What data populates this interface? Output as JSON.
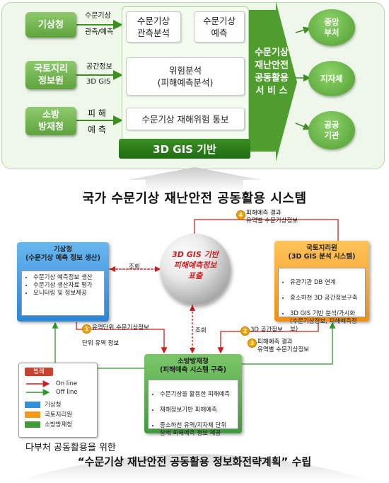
{
  "top": {
    "sources": [
      {
        "label": "기상청"
      },
      {
        "label": "국토지리\n정보원"
      },
      {
        "label": "소방\n방재청"
      }
    ],
    "source_notes": [
      "수문기상",
      "관측/예측",
      "공간정보",
      "3D GIS",
      "피 해",
      "예 측"
    ],
    "process": {
      "step1": "수문기상\n관측분석",
      "step2": "수문기상\n예측",
      "step3": "위험분석\n(피해예측분석)",
      "step4": "수문기상 재해위험 통보"
    },
    "base_bar": "3D GIS 기반",
    "service_arrow": "수문기상\n재난안전\n공동활용\n서 비 스",
    "recipients": [
      "중앙\n부처",
      "지자체",
      "공공\n기관"
    ]
  },
  "heading": "국가 수문기상 재난안전 공동활용 시스템",
  "diagram": {
    "kma": {
      "title": "기상청\n(수문기상 예측 정보 생산)",
      "items": [
        "수문기상 예측정보 생산",
        "수문기상 생산자료 평가",
        "모니터링 및 정보제공"
      ]
    },
    "ngii": {
      "title": "국토지리원\n(3D GIS 분석 시스템)",
      "items": [
        "유관기관 DB 연계",
        "중소하천 3D 공간정보구축",
        "3D GIS 기반 분석/가시화\n(수문기상정보, 피해예측정보)"
      ]
    },
    "nema": {
      "title": "소방방재청\n(피해예측 시스템 구축)",
      "items": [
        "수문기상을 활용한 피해예측",
        "재해정보기반 피해예측",
        "중소하천 유역/지자체 단위\n상세 피해예측 정보 제공"
      ]
    },
    "sphere": "3D GIS 기반\n피해예측정보\n표출",
    "flows": {
      "f4_num": "4",
      "f4": "피해예측 결과\n유역별 수문기상정보",
      "jo_left": "조회",
      "jo_mid": "조회",
      "f1_num": "1",
      "f1": "유역단위 수문기상정보",
      "f1b": "단위 유역 정보",
      "f2_num": "2",
      "f2": "3D 공간정보",
      "f3_num": "3",
      "f3": "피해예측 결과\n유역별 수문기상정보"
    },
    "legend": {
      "title": "범례",
      "online": "On line",
      "offline": "Off line",
      "orgs": [
        "기상청",
        "국토지리원",
        "소방방재청"
      ]
    }
  },
  "footer": {
    "line1": "다부처 공동활용을 위한",
    "line2": "“수문기상 재난안전 공동활용 정보화전략계획” 수립"
  },
  "colors": {
    "green": "#5ea33c",
    "kma_blue": "#2f8fd9",
    "ngii_orange": "#f29a1e",
    "nema_green": "#3f9a3a",
    "online_red": "#d01c1c",
    "offline_green": "#2a9a2a"
  }
}
